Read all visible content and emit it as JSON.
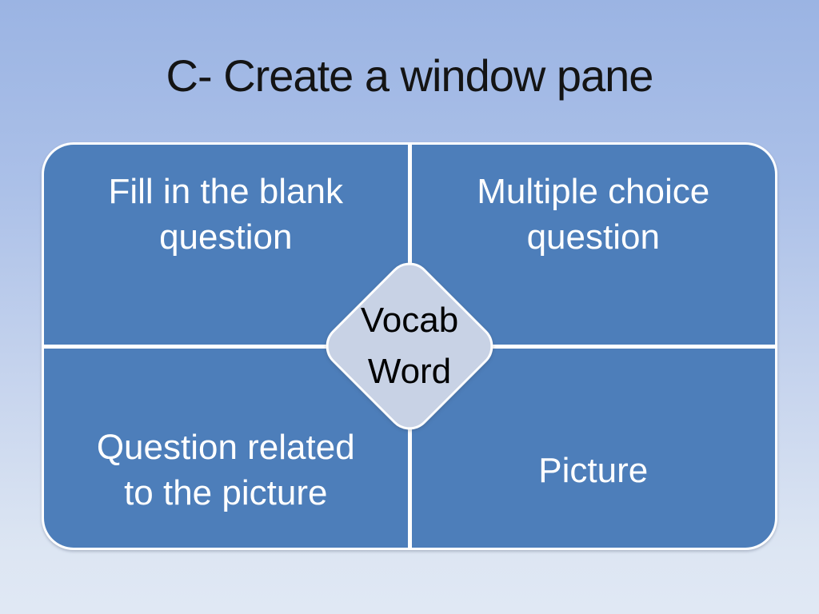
{
  "title": "C- Create a window pane",
  "matrix": {
    "cells": [
      {
        "id": "fill-in-the-blank",
        "lines": [
          "Fill in the blank",
          "question"
        ]
      },
      {
        "id": "multiple-choice",
        "lines": [
          "Multiple choice",
          "question"
        ]
      },
      {
        "id": "question-related-picture",
        "lines": [
          "Question related",
          "to the picture"
        ]
      },
      {
        "id": "picture",
        "lines": [
          "Picture"
        ]
      }
    ],
    "center": {
      "lines": [
        "Vocab",
        "Word"
      ]
    }
  },
  "colors": {
    "cell_fill": "#4d7eba",
    "cell_text": "#ffffff",
    "divider": "#ffffff",
    "diamond_fill": "#c8d2e5",
    "diamond_text": "#000000",
    "title_text": "#141414",
    "background_top": "#9bb4e3",
    "background_bottom": "#e0e8f4"
  }
}
